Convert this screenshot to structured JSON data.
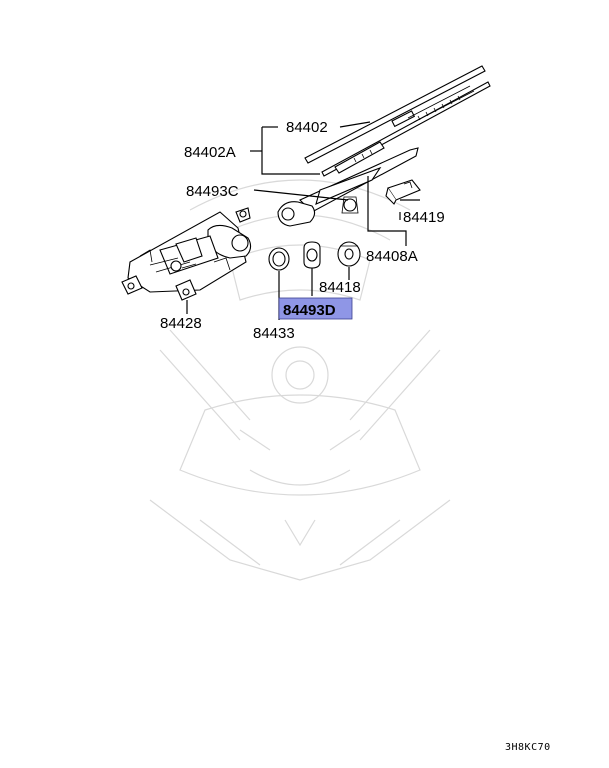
{
  "diagram": {
    "labels": {
      "p84402": "84402",
      "p84402A": "84402A",
      "p84493C": "84493C",
      "p84419": "84419",
      "p84408A": "84408A",
      "p84418": "84418",
      "p84493D": "84493D",
      "p84428": "84428",
      "p84433": "84433"
    },
    "highlight_color": "#8f96e6",
    "image_code": "3H8KC70"
  }
}
